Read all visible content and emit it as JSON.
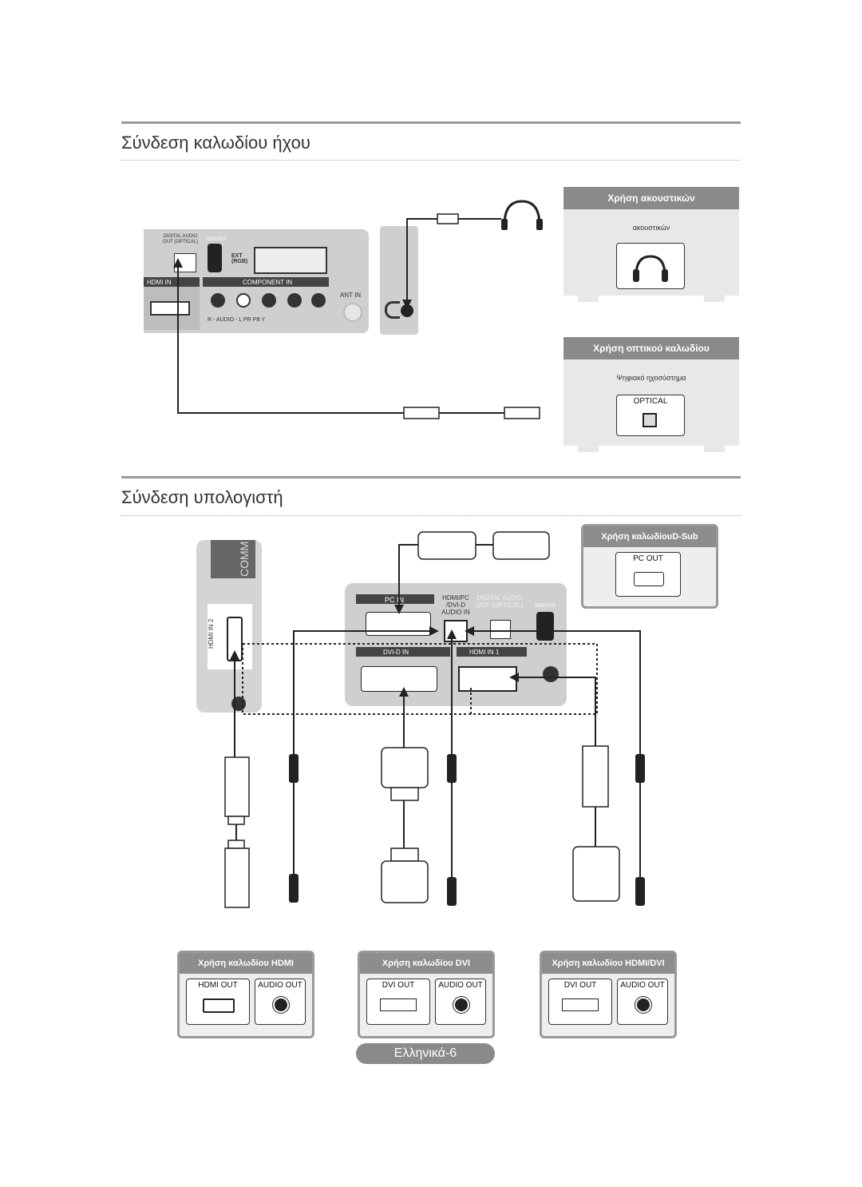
{
  "section_audio": {
    "title": "Σύνδεση καλωδίου ήχου",
    "headphones_panel": {
      "header": "Χρήση ακουστικών",
      "caption": "ακουστικών"
    },
    "optical_panel": {
      "header": "Χρήση οπτικού καλωδίου",
      "caption": "Ψηφιακό ηχοσύστημα",
      "port_label": "OPTICAL"
    },
    "tv_back_labels": {
      "hdmi_in": "HDMI IN",
      "digital_audio_out": "DIGITAL AUDIO OUT (OPTICAL)",
      "service": "SERVICE",
      "ext_rgb": "EXT (RGB)",
      "component_in": "COMPONENT IN",
      "ant_in": "ANT IN",
      "audio_row": "R - AUDIO - L   PR   PB   Y"
    }
  },
  "section_pc": {
    "title": "Σύνδεση υπολογιστή",
    "dsub_card": {
      "header": "Χρήση καλωδίουD-Sub",
      "port": "PC OUT"
    },
    "tv_back_labels": {
      "pc_in": "PC IN",
      "hdmi_pc_audio_in": "HDMI/PC /DVI-D AUDIO IN",
      "digital_audio_out": "DIGITAL AUDIO OUT (OPTICAL)",
      "service": "SERVICE",
      "dvi_d_in": "DVI-D IN",
      "hdmi_in_1": "HDMI IN 1",
      "hdmi_in_2": "HDMI IN 2",
      "common": "COMM"
    },
    "cards": [
      {
        "header": "Χρήση καλωδίου HDMI",
        "left": "HDMI OUT",
        "right": "AUDIO OUT"
      },
      {
        "header": "Χρήση καλωδίου DVI",
        "left": "DVI OUT",
        "right": "AUDIO OUT"
      },
      {
        "header": "Χρήση καλωδίου HDMI/DVI",
        "left": "DVI OUT",
        "right": "AUDIO OUT"
      }
    ]
  },
  "page_label": "Ελληνικά-6"
}
